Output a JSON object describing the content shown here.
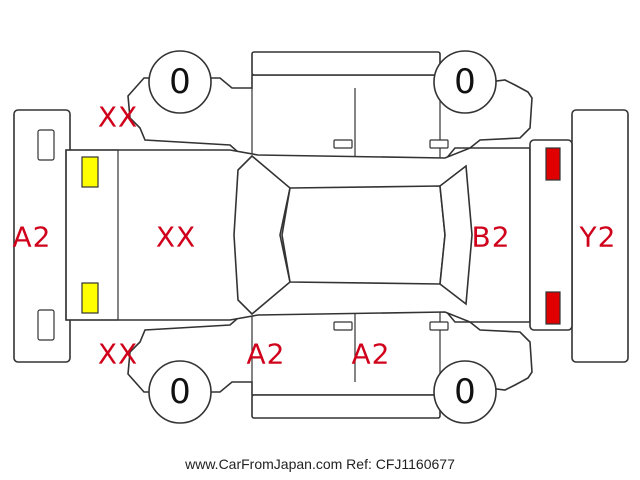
{
  "colors": {
    "code": "#d0011b",
    "front_lamp": "#ffff00",
    "rear_lamp": "#e00000",
    "outline": "#333333"
  },
  "tires": {
    "front_left": "0",
    "rear_left": "0",
    "front_right": "0",
    "rear_right": "0"
  },
  "damage_codes": {
    "front_bumper": "A2",
    "front_left_corner": "XX",
    "front_right_corner": "XX",
    "hood": "XX",
    "right_front_door": "A2",
    "right_rear_door": "A2",
    "rear_glass": "B2",
    "rear_bumper": "Y2"
  },
  "footer": {
    "website": "www.CarFromJapan.com",
    "ref": "Ref: CFJ1160677"
  }
}
